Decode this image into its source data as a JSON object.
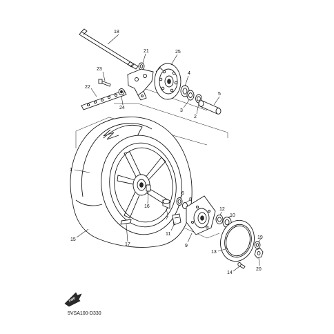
{
  "callouts": [
    {
      "id": "c1",
      "label": "1"
    },
    {
      "id": "c2",
      "label": "2"
    },
    {
      "id": "c3",
      "label": "3"
    },
    {
      "id": "c4",
      "label": "4"
    },
    {
      "id": "c5",
      "label": "5"
    },
    {
      "id": "c6",
      "label": "6"
    },
    {
      "id": "c7",
      "label": "7"
    },
    {
      "id": "c8",
      "label": "8"
    },
    {
      "id": "c9",
      "label": "9"
    },
    {
      "id": "c10",
      "label": "10"
    },
    {
      "id": "c11",
      "label": "11"
    },
    {
      "id": "c12",
      "label": "12"
    },
    {
      "id": "c13",
      "label": "13"
    },
    {
      "id": "c14",
      "label": "14"
    },
    {
      "id": "c15",
      "label": "15"
    },
    {
      "id": "c16",
      "label": "16"
    },
    {
      "id": "c17",
      "label": "17"
    },
    {
      "id": "c18",
      "label": "18"
    },
    {
      "id": "c19",
      "label": "19"
    },
    {
      "id": "c20",
      "label": "20"
    },
    {
      "id": "c21",
      "label": "21"
    },
    {
      "id": "c22",
      "label": "22"
    },
    {
      "id": "c23",
      "label": "23"
    },
    {
      "id": "c24",
      "label": "24"
    },
    {
      "id": "c25",
      "label": "25"
    }
  ],
  "forward_arrow_label": "FWD",
  "diagram_code": "5VSA100-D330"
}
